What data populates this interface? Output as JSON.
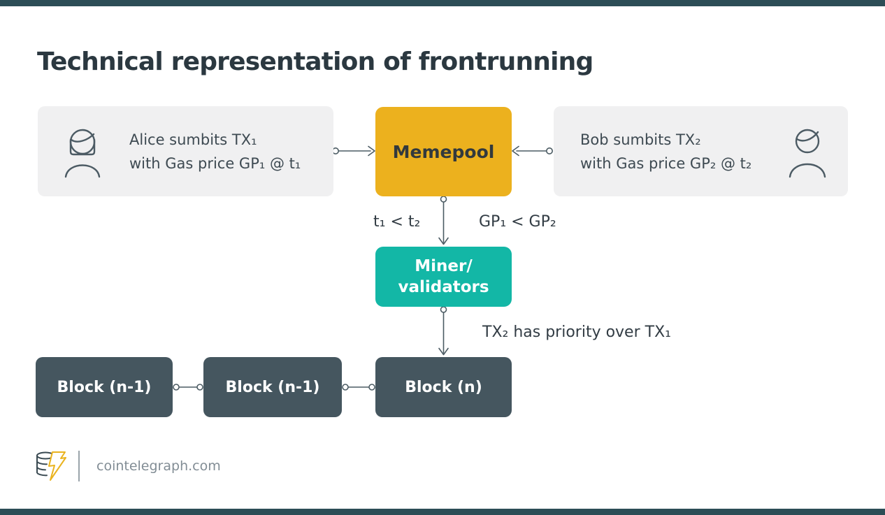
{
  "page": {
    "title": "Technical representation of frontrunning"
  },
  "colors": {
    "accent_yellow": "#ECB11E",
    "teal": "#13B7A6",
    "dark_slate": "#45565F",
    "edge_bar": "#2C4D56",
    "light_card": "#F0F0F1",
    "connector_line": "#4B5B63"
  },
  "diagram": {
    "alice": {
      "icon": "person-female-icon",
      "line1": "Alice sumbits TX₁",
      "line2": "with Gas price GP₁ @ t₁"
    },
    "mempool": {
      "label": "Memepool"
    },
    "bob": {
      "icon": "person-male-icon",
      "line1": "Bob sumbits TX₂",
      "line2": "with Gas price GP₂ @ t₂"
    },
    "miner": {
      "line1": "Miner/",
      "line2": "validators"
    },
    "edge_labels": {
      "time": "t₁ < t₂",
      "gas": "GP₁ < GP₂",
      "priority": "TX₂ has priority over TX₁"
    },
    "blocks": [
      {
        "label": "Block (n-1)"
      },
      {
        "label": "Block (n-1)"
      },
      {
        "label": "Block (n)"
      }
    ]
  },
  "footer": {
    "logo": "cointelegraph-logo",
    "site": "cointelegraph.com"
  }
}
